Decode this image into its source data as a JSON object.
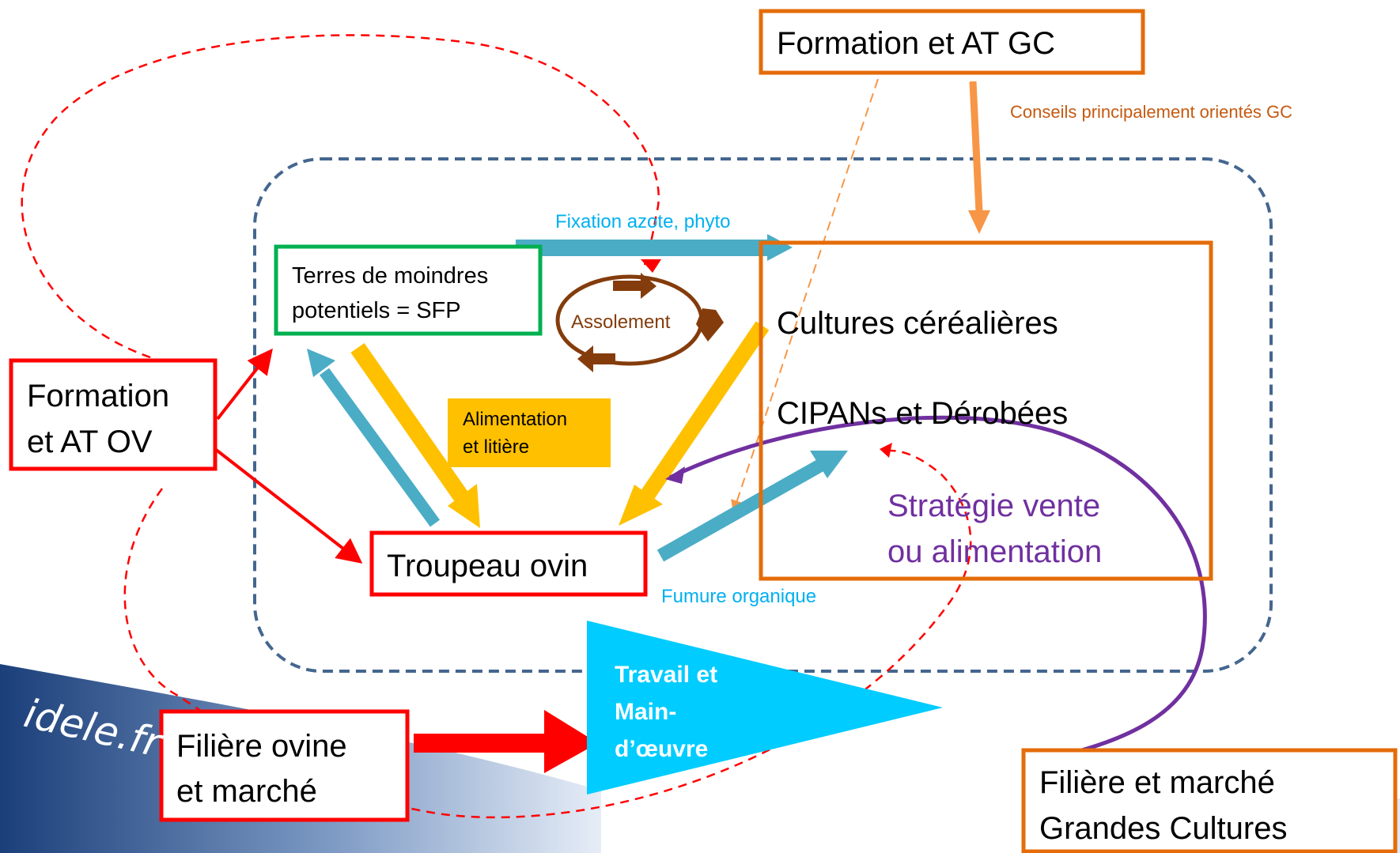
{
  "watermark": {
    "text": "idele.fr"
  },
  "boxes": {
    "formation_at_gc": "Formation et AT GC",
    "terres_line1": "Terres de moindres",
    "terres_line2": "potentiels = SFP",
    "cultures": "Cultures céréalières",
    "cipans": "CIPANs et Dérobées",
    "formation_at_ov_line1": "Formation",
    "formation_at_ov_line2": "et AT OV",
    "troupeau": "Troupeau ovin",
    "filiere_ovine_line1": "Filière ovine",
    "filiere_ovine_line2": "et marché",
    "filiere_gc_line1": "Filière et marché",
    "filiere_gc_line2": "Grandes Cultures"
  },
  "labels": {
    "conseils": "Conseils principalement orientés GC",
    "fixation": "Fixation azote, phyto",
    "assolement": "Assolement",
    "alimentation_line1": "Alimentation",
    "alimentation_line2": "et litière",
    "strategie_line1": "Stratégie vente",
    "strategie_line2": "ou alimentation",
    "fumure": "Fumure organique",
    "travail_line1": "Travail et",
    "travail_line2": "Main-",
    "travail_line3": "d’œuvre"
  },
  "colors": {
    "orange_box": "#e46c0a",
    "green_box": "#00b050",
    "red": "#ff0000",
    "dashed_blue": "#44668f",
    "light_blue_arrow": "#4bacc6",
    "yellow_arrow": "#ffc000",
    "brown": "#843c0c",
    "purple": "#7030a0",
    "cyan_triangle": "#00ccff",
    "orange_label": "#c55a11",
    "blue_label": "#00b0f0",
    "light_orange_arrow": "#f79646"
  }
}
